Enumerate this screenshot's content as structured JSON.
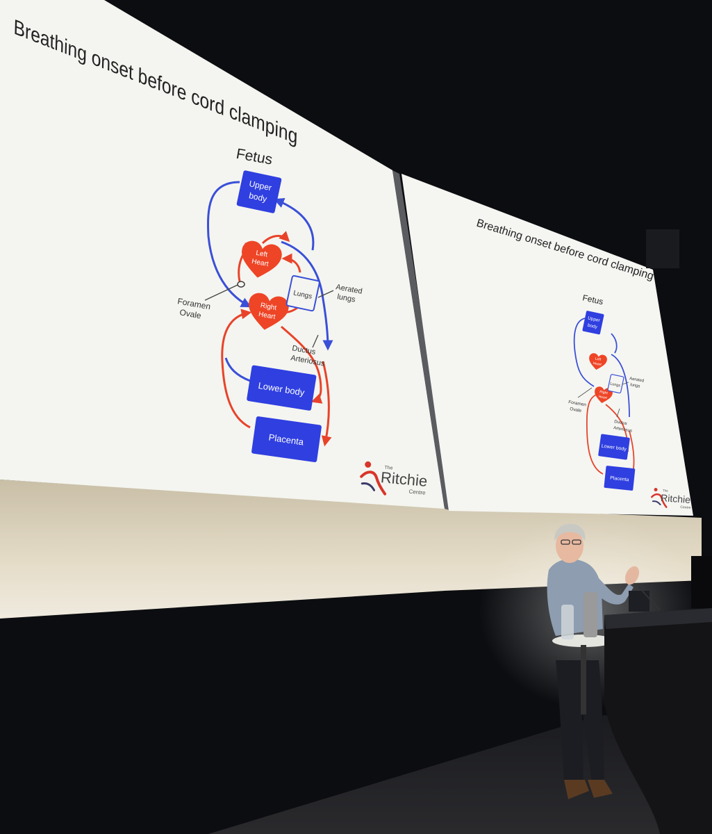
{
  "slide_left": {
    "title": "Breathing onset before cord clamping",
    "subtitle": "Fetus",
    "boxes": {
      "upper_body_line1": "Upper",
      "upper_body_line2": "body",
      "lower_body": "Lower body",
      "placenta": "Placenta",
      "lungs": "Lungs"
    },
    "hearts": {
      "left_line1": "Left",
      "left_line2": "Heart",
      "right_line1": "Right",
      "right_line2": "Heart"
    },
    "annotations": {
      "foramen_line1": "Foramen",
      "foramen_line2": "Ovale",
      "aerated_line1": "Aerated",
      "aerated_line2": "lungs",
      "ductus_line1": "Ductus",
      "ductus_line2": "Arteriosus"
    },
    "logo": {
      "the": "The",
      "name": "Ritchie",
      "centre": "Centre"
    }
  },
  "slide_right": {
    "title": "Breathing onset before cord clamping",
    "subtitle": "Fetus",
    "boxes": {
      "upper_body_line1": "Upper",
      "upper_body_line2": "body",
      "lower_body": "Lower body",
      "placenta": "Placenta",
      "lungs": "Lungs"
    },
    "hearts": {
      "left_line1": "Left",
      "left_line2": "Heart",
      "right_line1": "Right",
      "right_line2": "Heart"
    },
    "annotations": {
      "foramen_line1": "Foramen",
      "foramen_line2": "Ovale",
      "aerated_line1": "Aerated",
      "aerated_line2": "lungs",
      "ductus_line1": "Ductus",
      "ductus_line2": "Arteriosus"
    },
    "logo": {
      "the": "The",
      "name": "Ritchie",
      "centre": "Centre"
    }
  },
  "colors": {
    "room_dark": "#0c0d10",
    "screen_white": "#f4f5f0",
    "arrow_blue": "#3a4fd8",
    "box_blue": "#2f3fe0",
    "heart_red": "#ee4526",
    "arrow_red": "#e8432a",
    "logo_red": "#d9352a"
  },
  "icons": {
    "logo_mark": "ritchie-figure-icon",
    "heart": "heart-icon"
  }
}
